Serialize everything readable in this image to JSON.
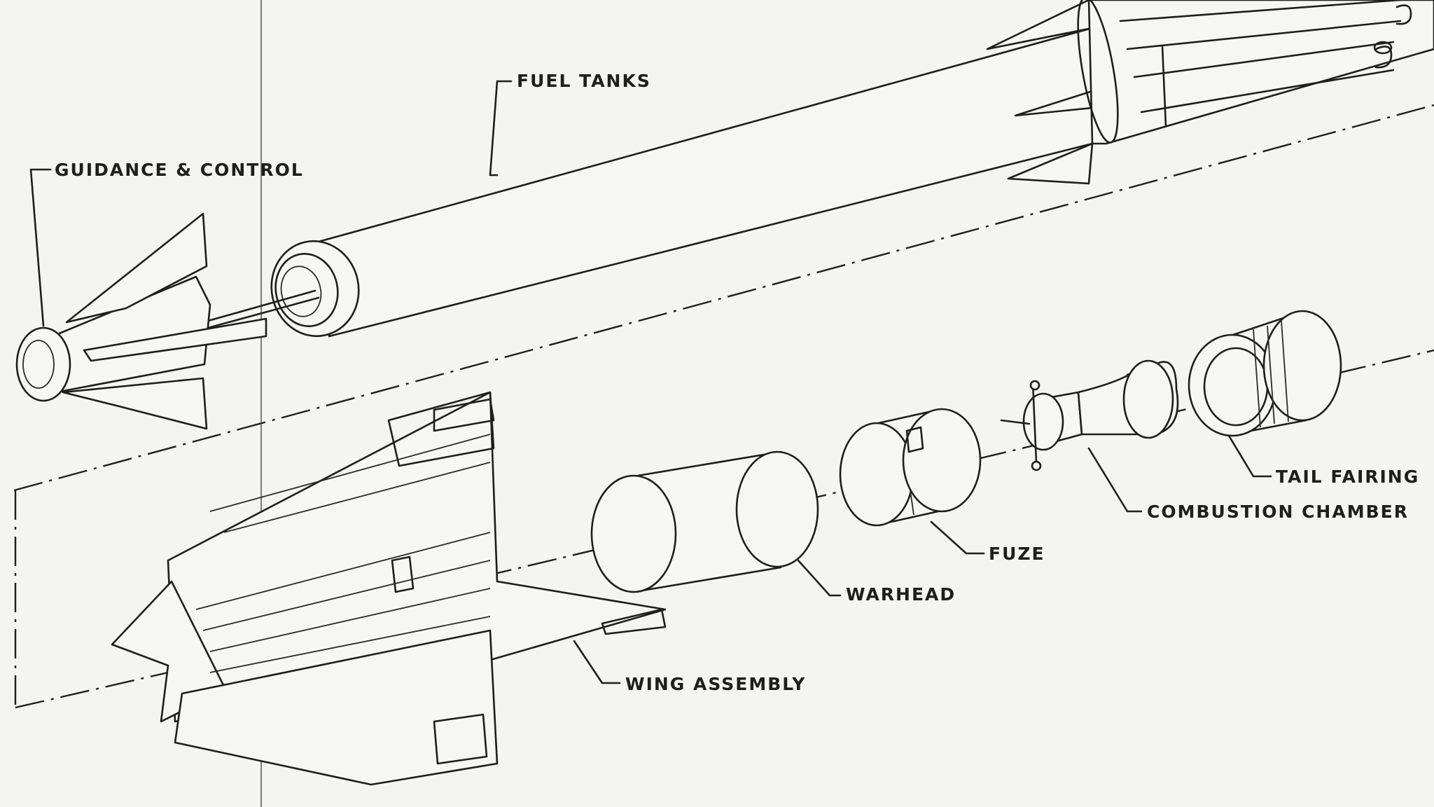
{
  "diagram": {
    "labels": {
      "fuel_tanks": "FUEL TANKS",
      "guidance_control": "GUIDANCE & CONTROL",
      "tail_fairing": "TAIL FAIRING",
      "combustion_chamber": "COMBUSTION CHAMBER",
      "fuze": "FUZE",
      "warhead": "WARHEAD",
      "wing_assembly": "WING ASSEMBLY"
    },
    "colors": {
      "ink": "#1e1e1e",
      "paper": "#f4f4f1"
    }
  }
}
